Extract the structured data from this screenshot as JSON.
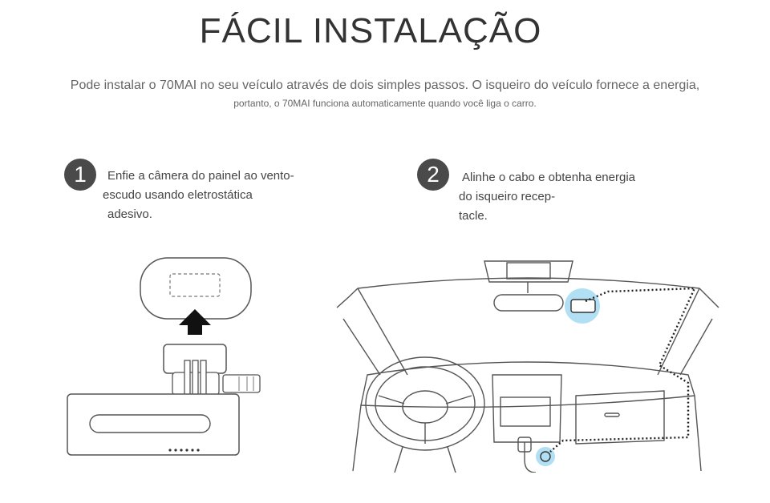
{
  "header": {
    "title": "FÁCIL INSTALAÇÃO",
    "subtitle_line1": "Pode instalar o 70MAI no seu veículo através de dois simples passos. O isqueiro do veículo fornece a energia,",
    "subtitle_line2": "portanto, o 70MAI funciona automaticamente quando você liga o carro."
  },
  "steps": [
    {
      "number": "1",
      "lines": [
        "Enfie a câmera do painel ao vento-",
        "escudo usando eletrostática",
        "adesivo."
      ]
    },
    {
      "number": "2",
      "lines": [
        "Alinhe o cabo e obtenha energia",
        "do isqueiro recep-",
        "tacle."
      ]
    }
  ],
  "icons": {
    "arrow": "up-arrow-icon",
    "camera": "dashcam-icon",
    "car_interior": "car-interior-icon"
  },
  "colors": {
    "badge": "#4a4a4a",
    "highlight": "#a8dcf2",
    "line": "#555555"
  }
}
